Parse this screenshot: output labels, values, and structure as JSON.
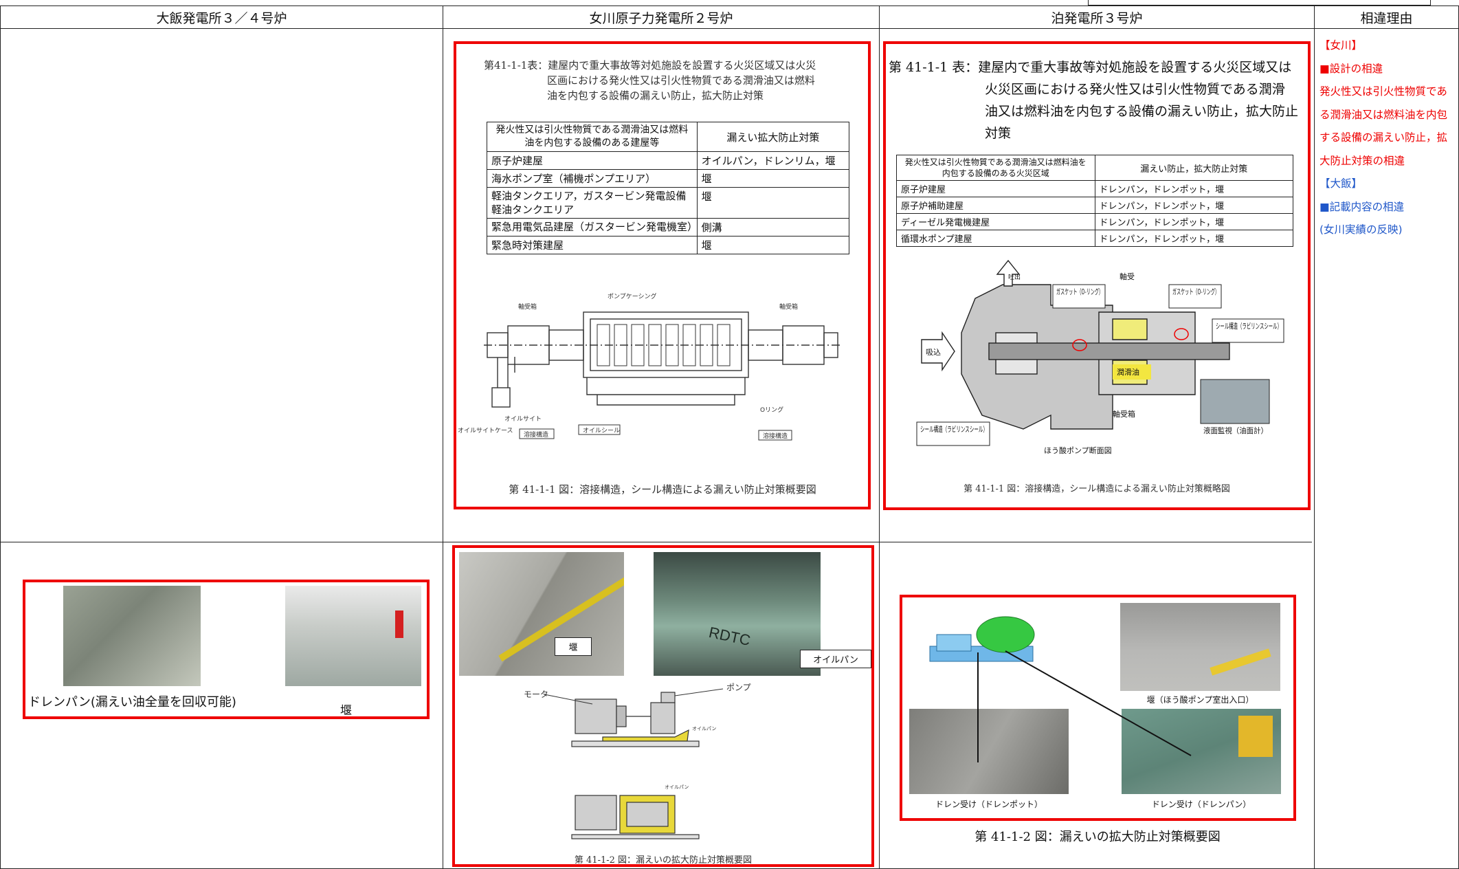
{
  "headers": {
    "col1": "大飯発電所３／４号炉",
    "col2": "女川原子力発電所２号炉",
    "col3": "泊発電所３号炉",
    "col4": "相違理由"
  },
  "onagawa": {
    "table_title_line1": "第41-1-1表：建屋内で重大事故等対処施設を設置する火災区域又は火災",
    "table_title_line2": "区画における発火性又は引火性物質である潤滑油又は燃料",
    "table_title_line3": "油を内包する設備の漏えい防止，拡大防止対策",
    "col_a_header": "発火性又は引火性物質である潤滑油又は燃料油を内包する設備のある建屋等",
    "col_b_header": "漏えい拡大防止対策",
    "rows": [
      {
        "building": "原子炉建屋",
        "measure": "オイルパン，ドレンリム，堰"
      },
      {
        "building": "海水ポンプ室（補機ポンプエリア）",
        "measure": "堰"
      },
      {
        "building": "軽油タンクエリア，ガスタービン発電設備軽油タンクエリア",
        "measure": "堰"
      },
      {
        "building": "緊急用電気品建屋（ガスタービン発電機室）",
        "measure": "側溝"
      },
      {
        "building": "緊急時対策建屋",
        "measure": "堰"
      }
    ],
    "fig1_labels": {
      "casing": "ポンプケーシング",
      "bearing_l": "軸受箱",
      "bearing_r": "軸受箱",
      "oil_sight": "オイルサイト",
      "oil_sight_case": "オイルサイトケース",
      "oil_seal": "オイルシール",
      "weld_l": "溶接構造",
      "weld_r": "溶接構造",
      "oring": "Oリング"
    },
    "fig1_caption": "第 41-1-1 図：溶接構造，シール構造による漏えい防止対策概要図",
    "photo_label_weir": "堰",
    "photo_label_oilpan": "オイルパン",
    "photo_text_pump": "RDTC",
    "diagram_motor": "モータ",
    "diagram_pump": "ポンプ",
    "diagram_oilpan_small": "オイルパン",
    "fig2_caption": "第 41-1-2 図：漏えいの拡大防止対策概要図"
  },
  "tomari": {
    "table_title_line1": "第 41-1-1 表：建屋内で重大事故等対処施設を設置する火災区域又は",
    "table_title_line2": "火災区画における発火性又は引火性物質である潤滑",
    "table_title_line3": "油又は燃料油を内包する設備の漏えい防止，拡大防止",
    "table_title_line4": "対策",
    "col_a_header": "発火性又は引火性物質である潤滑油又は燃料油を内包する設備のある火災区域",
    "col_b_header": "漏えい防止，拡大防止対策",
    "rows": [
      {
        "building": "原子炉建屋",
        "measure": "ドレンパン，ドレンポット，堰"
      },
      {
        "building": "原子炉補助建屋",
        "measure": "ドレンパン，ドレンポット，堰"
      },
      {
        "building": "ディーゼル発電機建屋",
        "measure": "ドレンパン，ドレンポット，堰"
      },
      {
        "building": "循環水ポンプ建屋",
        "measure": "ドレンパン，ドレンポット，堰"
      }
    ],
    "fig1_labels": {
      "discharge": "吐出",
      "suction": "吸込",
      "gasket1": "ガスケット（O-リング）",
      "bearing": "軸受",
      "gasket2": "ガスケット（O-リング）",
      "seal_r": "シール構造（ラビリンスシール）",
      "lube": "潤滑油",
      "bearing_box": "軸受箱",
      "seal_l": "シール構造（ラビリンスシール）",
      "level": "液面監視（油面計）",
      "section": "ほう酸ポンプ断面図"
    },
    "fig1_caption": "第 41-1-1 図：溶接構造，シール構造による漏えい防止対策概略図",
    "photo_label_weir": "堰（ほう酸ポンプ室出入口）",
    "photo_label_pot": "ドレン受け（ドレンポット）",
    "photo_label_pan": "ドレン受け（ドレンパン）",
    "fig2_caption": "第 41-1-2 図：漏えいの拡大防止対策概要図"
  },
  "ohi": {
    "photo_label_pan": "ドレンパン(漏えい油全量を回収可能)",
    "photo_label_weir": "堰"
  },
  "reason": {
    "l1": "【女川】",
    "l2": "■設計の相違",
    "l3": "発火性又は引火性物質である潤滑油又は燃料油を内包する設備の漏えい防止，拡大防止対策の相違",
    "l4": "【大飯】",
    "l5": "■記載内容の相違",
    "l6": "(女川実績の反映)"
  }
}
